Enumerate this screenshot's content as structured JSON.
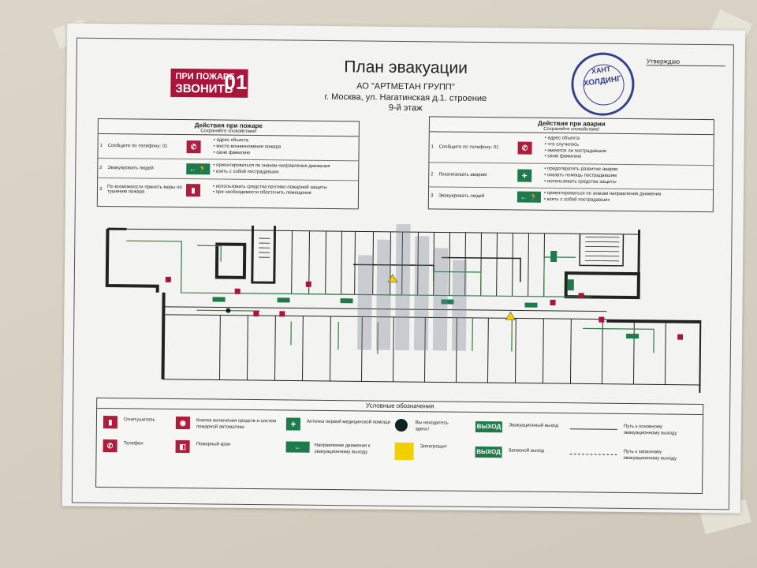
{
  "header": {
    "fire_badge_line1": "ПРИ ПОЖАРЕ",
    "fire_badge_line2": "ЗВОНИТЬ",
    "fire_badge_number": "01",
    "title": "План эвакуации",
    "company": "АО \"АРТМЕТАН ГРУПП\"",
    "address": "г. Москва, ул. Нагатинская д.1. строение",
    "floor": "9-й этаж",
    "approve_label": "Утверждаю",
    "stamp_text_top": "ХАНТ",
    "stamp_text_mid": "ХОЛДИНГ"
  },
  "fire_actions": {
    "title": "Действия при пожаре",
    "subtitle": "Сохраняйте спокойствие!",
    "rows": [
      {
        "n": "1",
        "action": "Сообщите по телефону: 01",
        "icon": "phone-icon",
        "icon_glyph": "✆",
        "details": "• адрес объекта\n• место возникновения пожара\n• свою фамилию"
      },
      {
        "n": "2",
        "action": "Эвакуировать людей",
        "icon": "exit-arrow-icon",
        "icon_glyph": "← 🏃",
        "details": "• ориентироваться по знакам направления движения\n• взять с собой пострадавших"
      },
      {
        "n": "3",
        "action": "По возможности принять меры по тушению пожара",
        "icon": "extinguisher-icon",
        "icon_glyph": "▮",
        "details": "• использовать средства противо-пожарной защиты\n• при необходимости обесточить помещение"
      }
    ]
  },
  "accident_actions": {
    "title": "Действия при аварии",
    "subtitle": "Сохраняйте спокойствие!",
    "rows": [
      {
        "n": "1",
        "action": "Сообщите по телефону: 01",
        "icon": "phone-icon",
        "icon_glyph": "✆",
        "details": "• адрес объекта\n• что случилось\n• имеются ли пострадавшие\n• свою фамилию"
      },
      {
        "n": "2",
        "action": "Локализовать аварию",
        "icon": "first-aid-icon",
        "icon_glyph": "+",
        "details": "• предотвратить развитие аварии\n• оказать помощь пострадавшим\n• использовать средства защиты"
      },
      {
        "n": "3",
        "action": "Эвакуировать людей",
        "icon": "exit-arrow-icon",
        "icon_glyph": "← 🏃",
        "details": "• ориентироваться по знакам направления движения\n• взять с собой пострадавших"
      }
    ]
  },
  "legend": {
    "title": "Условные обозначения",
    "items": [
      {
        "label": "Огнетушитель",
        "icon": "extinguisher-icon"
      },
      {
        "label": "Телефон",
        "icon": "phone-icon"
      },
      {
        "label": "Кнопка включения средств и систем пожарной автоматики",
        "icon": "alarm-button-icon"
      },
      {
        "label": "Пожарный кран",
        "icon": "fire-hydrant-icon"
      },
      {
        "label": "Аптечка первой медицинской помощи",
        "icon": "first-aid-icon"
      },
      {
        "label": "Направление движения к эвакуационному выходу",
        "icon": "exit-direction-icon"
      },
      {
        "label": "Вы находитесь здесь!",
        "icon": "you-are-here-icon"
      },
      {
        "label": "Электрощит",
        "icon": "electric-panel-icon"
      },
      {
        "label": "Эвакуационный выход",
        "icon": "evacuation-exit-icon",
        "sign": "ВЫХОД"
      },
      {
        "label": "Запасной выход",
        "icon": "spare-exit-icon",
        "sign": "ВЫХОД"
      },
      {
        "label": "Путь к основному эвакуационному выходу",
        "icon": "main-route-line"
      },
      {
        "label": "Путь к запасному эвакуационному выходу",
        "icon": "spare-route-line"
      }
    ]
  },
  "colors": {
    "fire_red": "#a8143a",
    "exit_green": "#1e7a4a",
    "stamp_blue": "#36408a",
    "warning_yellow": "#f0d000"
  }
}
